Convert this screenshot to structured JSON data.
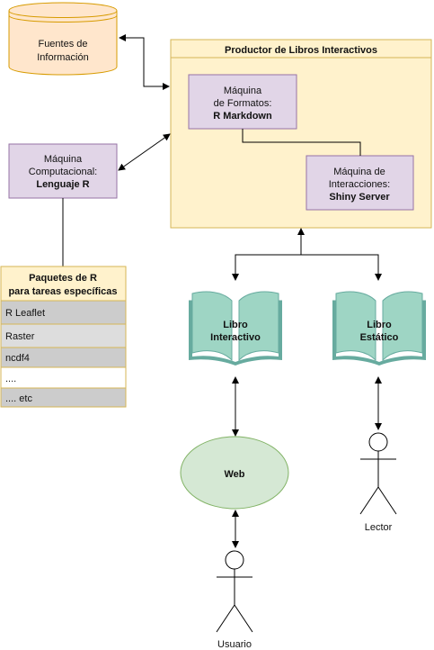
{
  "nodes": {
    "fuentes": {
      "line1": "Fuentes de",
      "line2": "Información"
    },
    "productor": {
      "title": "Productor de Libros Interactivos"
    },
    "formatos": {
      "line1": "Máquina",
      "line2": "de Formatos:",
      "line3": "R Markdown"
    },
    "interacciones": {
      "line1": "Máquina de",
      "line2": "Interacciones:",
      "line3": "Shiny Server"
    },
    "computacional": {
      "line1": "Máquina",
      "line2": "Computacional:",
      "line3": "Lenguaje R"
    },
    "paquetes": {
      "title_line1": "Paquetes de R",
      "title_line2": "para tareas específicas",
      "items": [
        "R Leaflet",
        "Raster",
        "ncdf4",
        "....",
        ".... etc"
      ]
    },
    "libro_interactivo": {
      "line1": "Libro",
      "line2": "Interactivo"
    },
    "libro_estatico": {
      "line1": "Libro",
      "line2": "Estático"
    },
    "web": {
      "label": "Web"
    },
    "usuario": {
      "label": "Usuario"
    },
    "lector": {
      "label": "Lector"
    }
  },
  "colors": {
    "orange_fill": "#ffe6cc",
    "orange_stroke": "#d79b00",
    "productor_fill": "#fff2cc",
    "productor_stroke": "#d6b656",
    "purple_fill": "#e1d5e7",
    "purple_stroke": "#9673a6",
    "green_fill": "#d5e8d4",
    "green_stroke": "#82b366",
    "book_green": "#67ab9f",
    "book_green_light": "#9ed5c4",
    "list_dark": "#cccccc",
    "list_mid": "#dddddd",
    "list_white": "#ffffff"
  },
  "icons": [
    "database-cylinder-icon",
    "open-book-icon",
    "stick-figure-actor-icon"
  ]
}
